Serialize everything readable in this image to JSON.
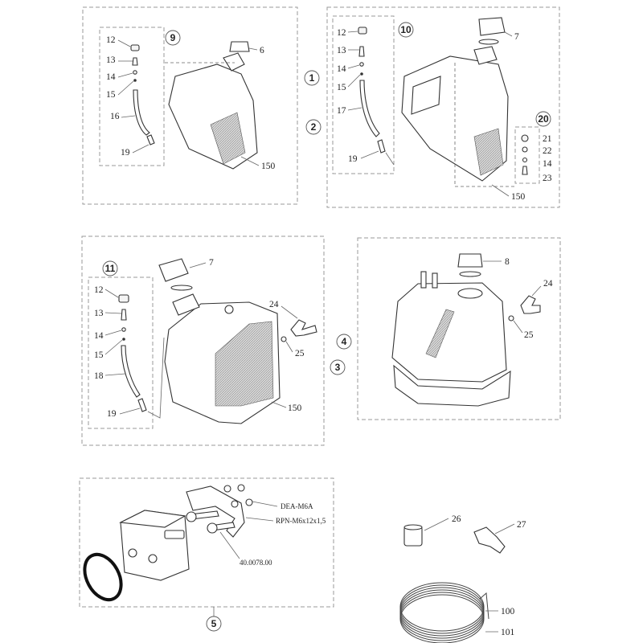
{
  "groups": {
    "g1": "1",
    "g2": "2",
    "g3": "3",
    "g4": "4",
    "g5": "5",
    "g9": "9",
    "g10": "10",
    "g11": "11",
    "g20": "20"
  },
  "labels": {
    "p1_12": "12",
    "p1_13": "13",
    "p1_14": "14",
    "p1_15": "15",
    "p1_16": "16",
    "p1_19": "19",
    "p1_6": "6",
    "p1_150": "150",
    "p2_12": "12",
    "p2_13": "13",
    "p2_14": "14",
    "p2_15": "15",
    "p2_17": "17",
    "p2_19": "19",
    "p2_7": "7",
    "p2_150": "150",
    "p2_21": "21",
    "p2_22": "22",
    "p2_14b": "14",
    "p2_23": "23",
    "p3_12": "12",
    "p3_13": "13",
    "p3_14": "14",
    "p3_15": "15",
    "p3_18": "18",
    "p3_19": "19",
    "p3_7": "7",
    "p3_24": "24",
    "p3_25": "25",
    "p3_150": "150",
    "p4_8": "8",
    "p4_24": "24",
    "p4_25": "25",
    "p5_dea": "DEA-M6A",
    "p5_rpn": "RPN-M6x12x1,5",
    "p5_code": "40.0078.00",
    "p6_26": "26",
    "p6_27": "27",
    "p6_100": "100",
    "p6_101": "101"
  }
}
